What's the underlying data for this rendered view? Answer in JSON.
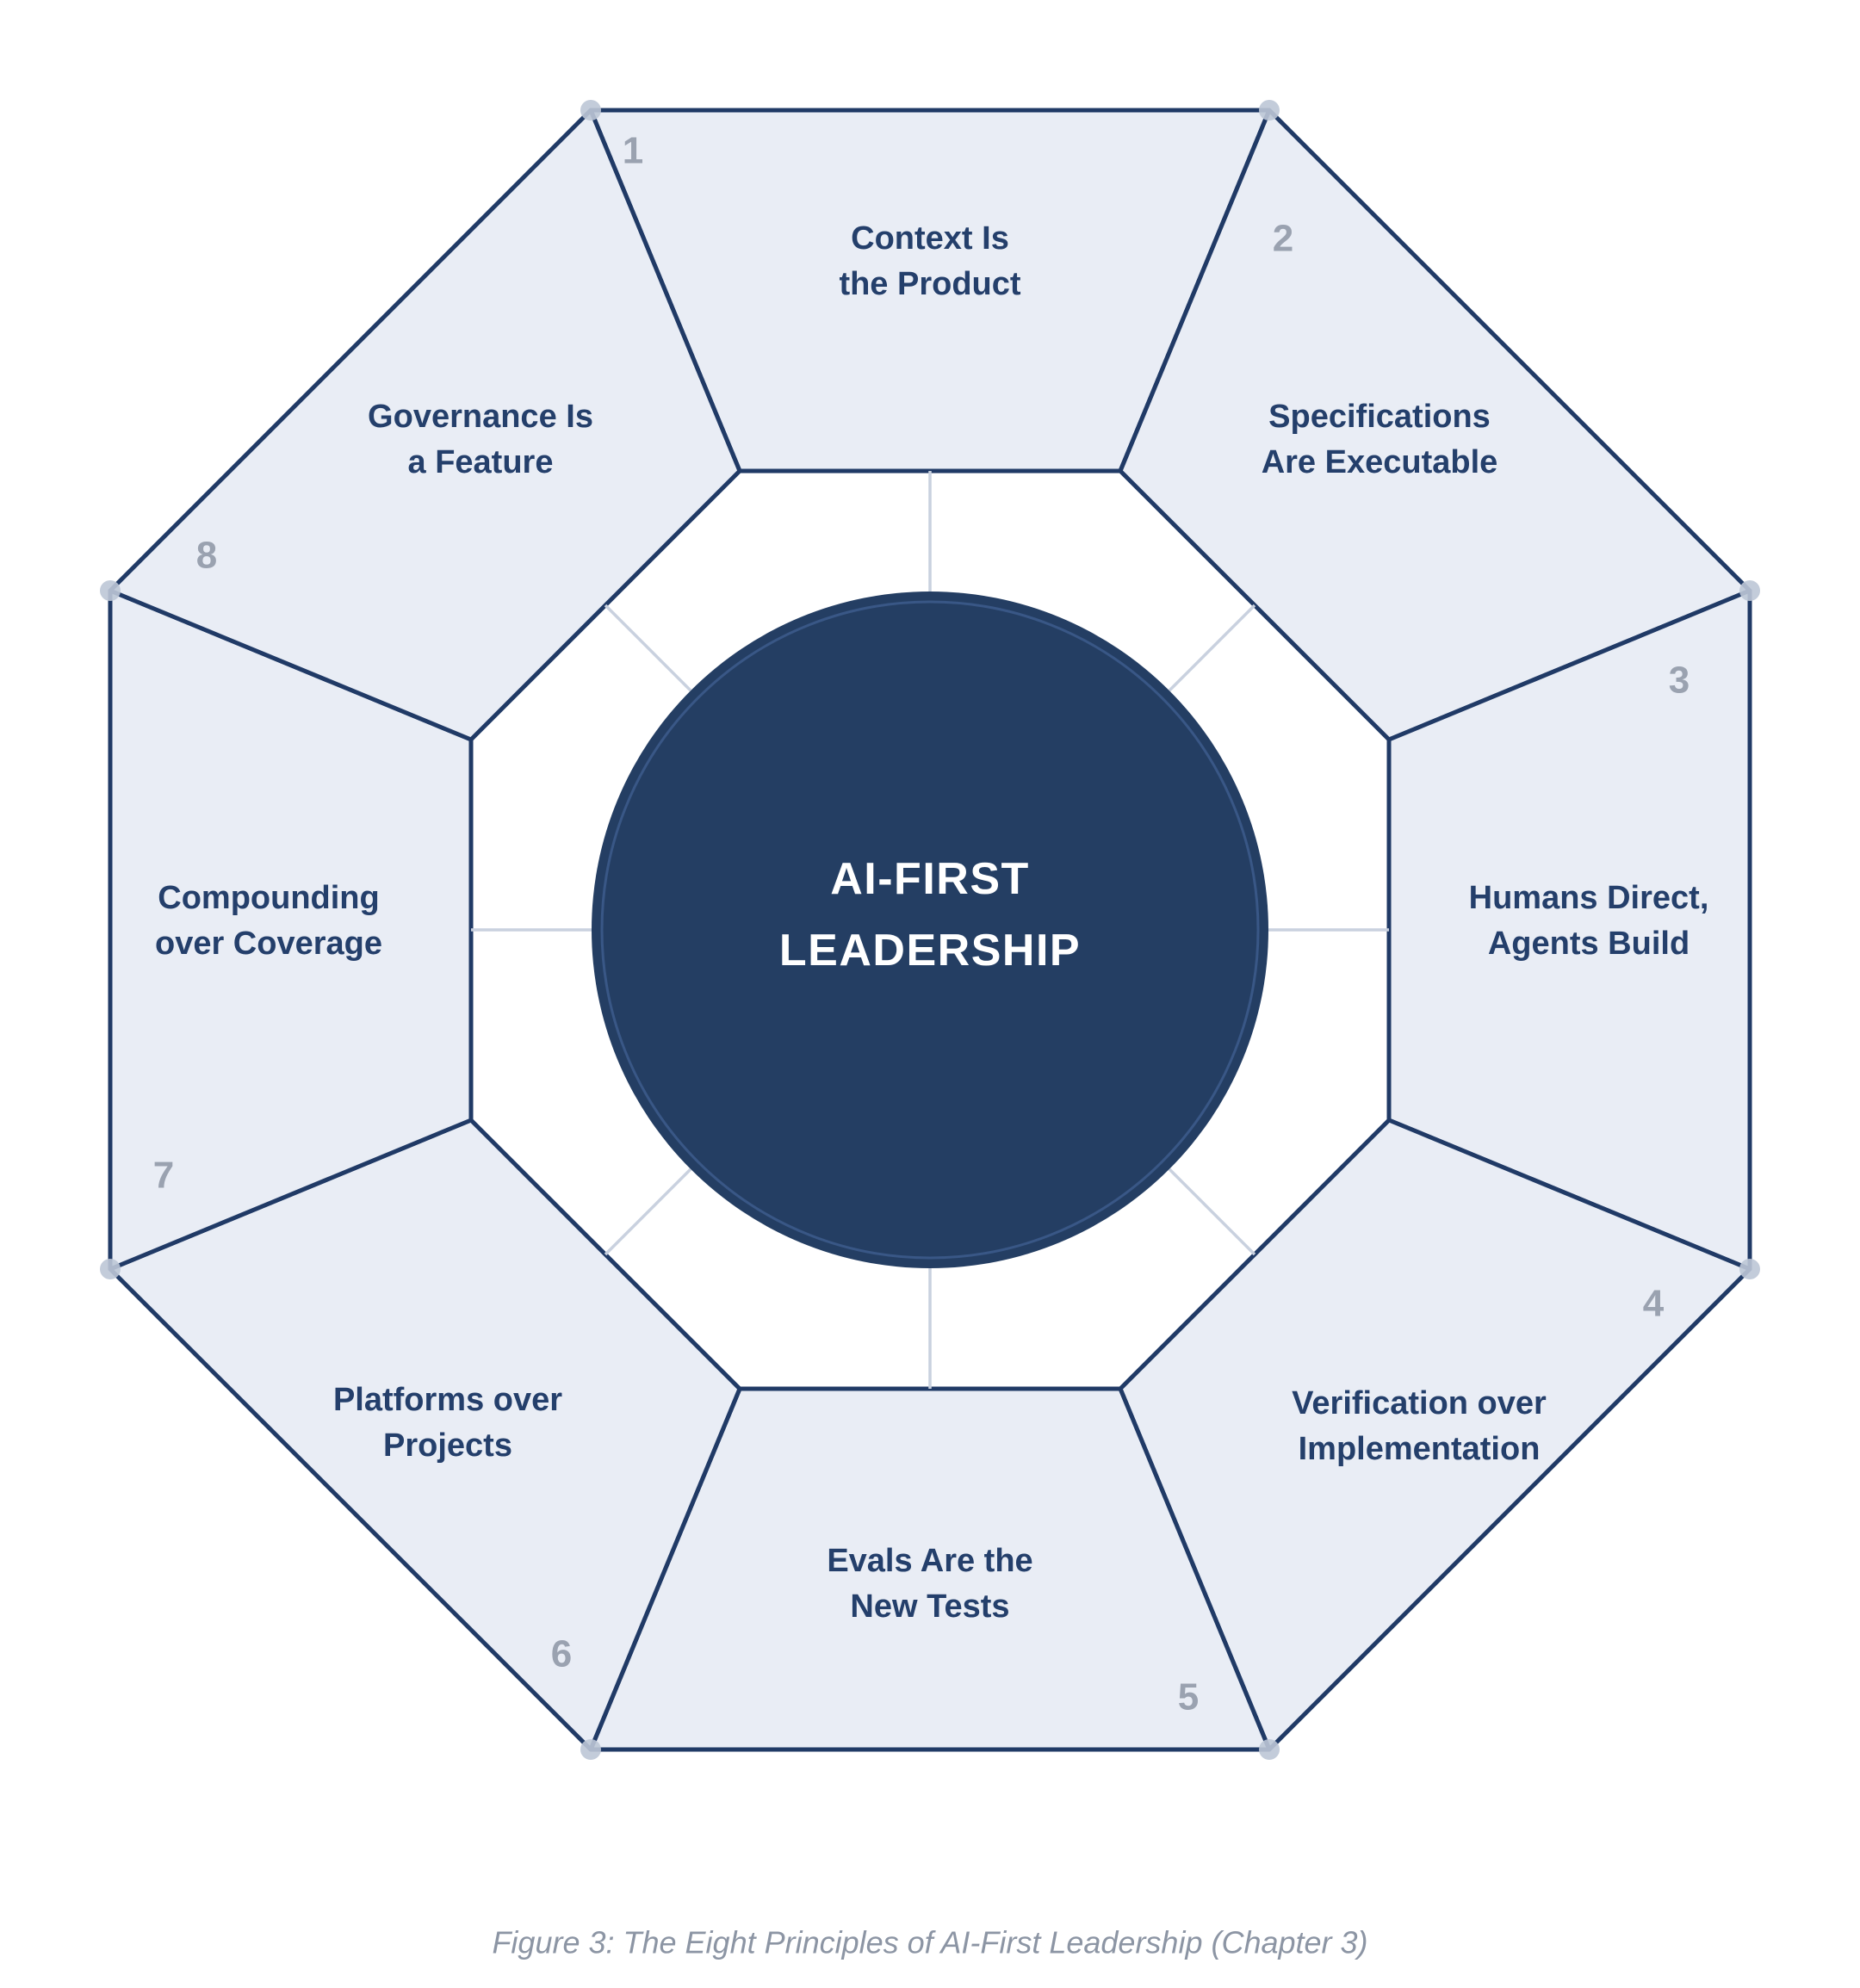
{
  "figure": {
    "center": {
      "line1": "AI-FIRST",
      "line2": "LEADERSHIP"
    },
    "segments": [
      {
        "number": "1",
        "line1": "Context Is",
        "line2": "the Product"
      },
      {
        "number": "2",
        "line1": "Specifications",
        "line2": "Are Executable"
      },
      {
        "number": "3",
        "line1": "Humans Direct,",
        "line2": "Agents Build"
      },
      {
        "number": "4",
        "line1": "Verification over",
        "line2": "Implementation"
      },
      {
        "number": "5",
        "line1": "Evals Are the",
        "line2": "New Tests"
      },
      {
        "number": "6",
        "line1": "Platforms over",
        "line2": "Projects"
      },
      {
        "number": "7",
        "line1": "Compounding",
        "line2": "over Coverage"
      },
      {
        "number": "8",
        "line1": "Governance Is",
        "line2": "a Feature"
      }
    ],
    "caption": "Figure 3: The Eight Principles of AI-First Leadership (Chapter 3)",
    "colors": {
      "background": "#ffffff",
      "segment_fill": "#e9edf5",
      "line_navy": "#203a66",
      "label_navy": "#243f6b",
      "circle_fill": "#243e63",
      "circle_inner_ring": "#3c5a8a",
      "number_gray": "#9aa2b0",
      "connector_gray": "#c9d1df",
      "vertex_dot_gray": "#bdc6d6",
      "caption_gray": "#8c95a4",
      "center_text": "#ffffff"
    }
  }
}
